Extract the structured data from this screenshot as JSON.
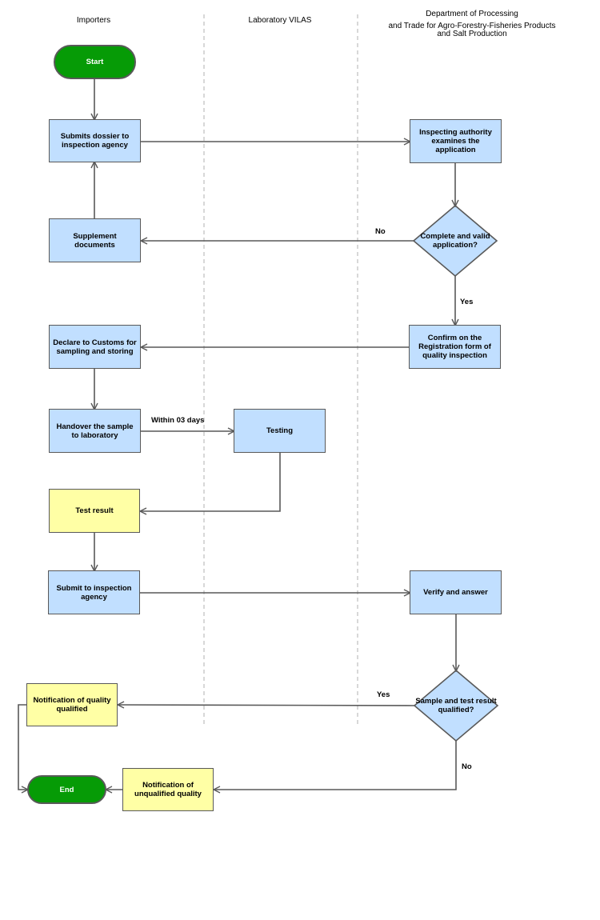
{
  "lanes": {
    "importers": "Importers",
    "laboratory": "Laboratory VILAS",
    "department_line1": "Department of Processing",
    "department_line2": "and Trade for Agro-Forestry-Fisheries Products",
    "department_line3": "and Salt Production"
  },
  "nodes": {
    "start": "Start",
    "submit_dossier": "Submits dossier to inspection agency",
    "examine_application": "Inspecting authority examines the application",
    "supplement_documents": "Supplement documents",
    "complete_valid": "Complete and valid application?",
    "declare_customs": "Declare to Customs for sampling and storing",
    "confirm_registration": "Confirm on the Registration form of quality inspection",
    "handover_sample": "Handover the sample to laboratory",
    "testing": "Testing",
    "test_result": "Test result",
    "submit_inspection": "Submit to inspection agency",
    "verify_answer": "Verify and answer",
    "sample_qualified": "Sample and test result qualified?",
    "notify_qualified": "Notification of quality qualified",
    "notify_unqualified": "Notification of unqualified quality",
    "end": "End"
  },
  "edge_labels": {
    "no_1": "No",
    "yes_1": "Yes",
    "within_days": "Within 03 days",
    "yes_2": "Yes",
    "no_2": "No"
  },
  "colors": {
    "process_fill": "#c1dfff",
    "result_fill": "#ffffa5",
    "terminal_fill": "#069b06",
    "stroke": "#595959",
    "lane_divider": "#c8c8c8"
  }
}
